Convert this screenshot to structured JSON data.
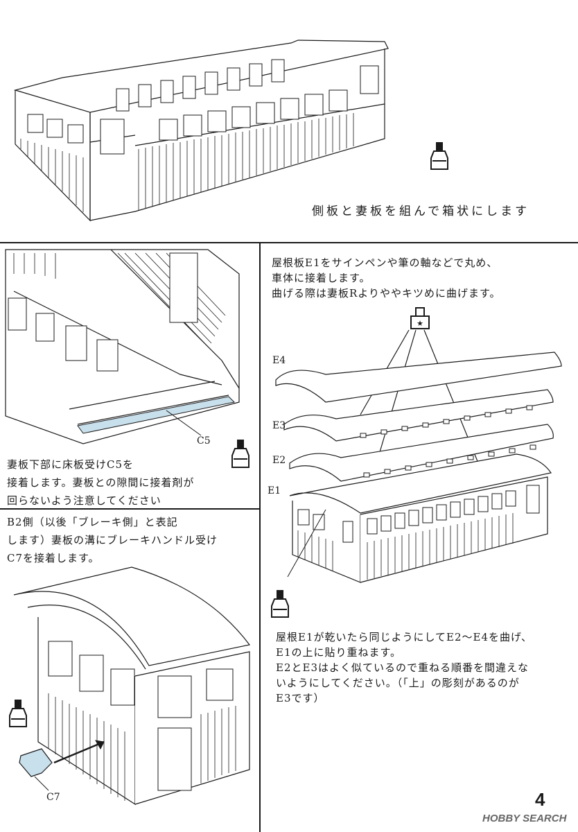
{
  "step1": {
    "caption": "側板と妻板を組んで箱状にします"
  },
  "step2": {
    "text": [
      "妻板下部に床板受けC5を",
      "接着します。妻板との隙間に接着剤が",
      "回らないよう注意してください"
    ],
    "part_label": "C5"
  },
  "step3": {
    "text": [
      "屋根板E1をサインペンや筆の軸などで丸め、",
      "車体に接着します。",
      "曲げる際は妻板Rよりややキツめに曲げます。"
    ],
    "labels": [
      "E4",
      "E3",
      "E2",
      "E1"
    ],
    "text_bottom": [
      "屋根E1が乾いたら同じようにしてE2～E4を曲げ、",
      "E1の上に貼り重ねます。",
      "E2とE3はよく似ているので重ねる順番を間違えな",
      "いようにしてください。（「上」の彫刻があるのが",
      "E3です）"
    ]
  },
  "step4": {
    "text": [
      "B2側（以後「ブレーキ側」と表記",
      "します）妻板の溝にブレーキハンドル受け",
      "C7を接着します。"
    ],
    "part_label": "C7"
  },
  "icons": [
    "glue-bottle-icon",
    "glue-bottle-icon",
    "glue-bottle-icon",
    "glue-bottle-icon",
    "special-glue-icon"
  ],
  "footer": {
    "page_number": "4",
    "brand": "HOBBY SEARCH"
  }
}
